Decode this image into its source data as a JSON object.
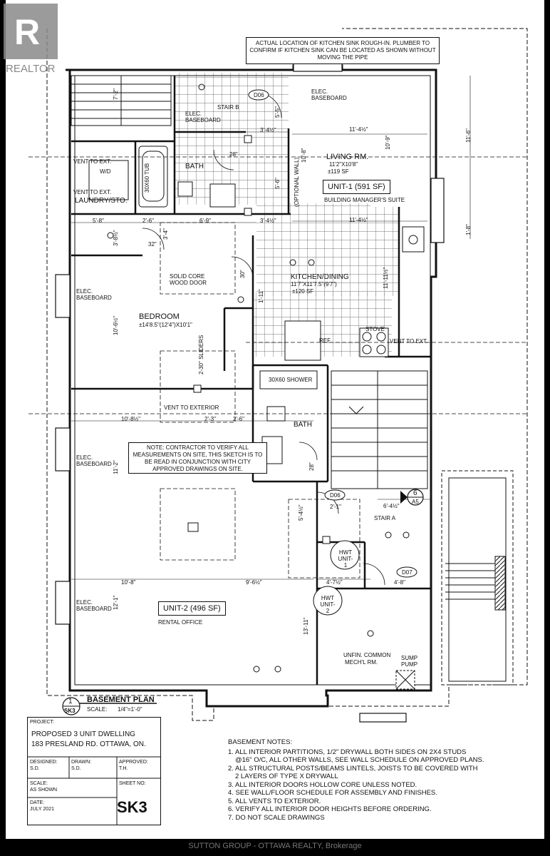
{
  "watermark": {
    "brand": "REALTOR",
    "footer": "SUTTON GROUP - OTTAWA REALTY, Brokerage"
  },
  "top_note": "ACTUAL LOCATION OF KITCHEN SINK ROUGH-IN. PLUMBER TO CONFIRM IF KITCHEN SINK CAN BE LOCATED AS SHOWN WITHOUT MOVING THE PIPE",
  "contractor_note": "NOTE: CONTRACTOR TO VERIFY ALL MEASUREMENTS ON SITE, THIS SKETCH IS TO BE READ IN CONJUNCTION WITH CITY APPROVED DRAWINGS ON SITE.",
  "rooms": {
    "living": {
      "name": "LIVING RM.",
      "dims": "11'2\"X10'8\"",
      "area": "±119 SF"
    },
    "unit1": {
      "label": "UNIT-1 (591 SF)",
      "sub": "BUILDING MANAGER'S SUITE"
    },
    "kitchen": {
      "name": "KITCHEN/DINING",
      "dims": "11'7\"X11'7.5\"(9'7\")",
      "area": "±120 SF"
    },
    "bedroom": {
      "name": "BEDROOM",
      "dims": "±14'8.5\"(12'4\")X10'1\""
    },
    "unit2": {
      "label": "UNIT-2 (496 SF)",
      "sub": "RENTAL OFFICE"
    },
    "mech": {
      "name1": "UNFIN. COMMON",
      "name2": "MECH'L RM."
    },
    "bath1": "BATH",
    "bath2": "BATH",
    "laundry": "LAUNDRY/STO.",
    "stair_b": "STAIR B",
    "stair_a": "STAIR A",
    "shower": "30X60 SHOWER",
    "tub": "30X60 TUB",
    "ref": "REF",
    "stove": "STOVE",
    "wd": "W/D",
    "hwt1": "HWT UNIT-1",
    "hwt2": "HWT UNIT-2",
    "sump": "SUMP PUMP",
    "optional_wall": "(OPTIONAL WALL)",
    "sliders": "2-30\" SLIDERS",
    "solid_door": "SOLID CORE WOOD DOOR"
  },
  "labels": {
    "elec": "ELEC. BASEBOARD",
    "vent_ext": "VENT TO EXT.",
    "vent_exterior": "VENT TO EXTERIOR",
    "vent_stove": "VENT TO EXT.",
    "d06a": "D06",
    "d06b": "D06",
    "d07": "D07",
    "sec_num": "6",
    "sec_ref": "A5"
  },
  "dims": {
    "d1": "11'-4½\"",
    "d2": "11'-6\"",
    "d3": "10'-8\"",
    "d4": "10'-9\"",
    "d5": "5'-8\"",
    "d6": "2'-6\"",
    "d7": "6'-9\"",
    "d8": "3'-4½\"",
    "d9": "11'-4½\"",
    "d10": "1'-8\"",
    "d11": "3'-4\"",
    "d12": "32\"",
    "d13": "30\"",
    "d14": "10'-6½\"",
    "d15": "10'-8½\"",
    "d16": "2'-3\"",
    "d17": "2'-6\"",
    "d18": "11'-2\"",
    "d19": "10'-8\"",
    "d20": "9'-6½\"",
    "d21": "4'-7½\"",
    "d22": "4'-8\"",
    "d23": "12'-1\"",
    "d24": "13'-11\"",
    "d25": "6'-4½\"",
    "d26": "5'-4½\"",
    "d27": "28\"",
    "d28": "1'-11\"",
    "d29": "11'-11½\"",
    "d30": "3'-8½\"",
    "d31": "2'-1\"",
    "d32": "5'-5\"",
    "d33": "5'-6\"",
    "d34": "3'-4½\"",
    "d35": "28\"",
    "d36": "7'-2\""
  },
  "plan_title": {
    "num": "1",
    "sheet": "SK3",
    "title": "BASEMENT PLAN",
    "scale_label": "SCALE:",
    "scale": "1/4\"=1'-0\""
  },
  "title_block": {
    "project_label": "PROJECT:",
    "project1": "PROPOSED 3 UNIT DWELLING",
    "project2": "183 PRESLAND RD. OTTAWA, ON.",
    "designed_label": "DESIGNED:",
    "designed": "S.D.",
    "drawn_label": "DRAWN:",
    "drawn": "S.D.",
    "approved_label": "APPROVED:",
    "approved": "T.H.",
    "scale_label": "SCALE:",
    "scale": "AS SHOWN",
    "sheet_label": "SHEET NO:",
    "sheet": "SK3",
    "date_label": "DATE:",
    "date": "JULY 2021"
  },
  "notes": {
    "heading": "BASEMENT NOTES:",
    "items": [
      "1. ALL INTERIOR PARTITIONS, 1/2\" DRYWALL BOTH SIDES ON 2X4 STUDS",
      "   @16\" O/C, ALL OTHER WALLS, SEE WALL SCHEDULE ON APPROVED PLANS.",
      "2. ALL STRUCTURAL POSTS/BEAMS LINTELS, JOISTS TO BE COVERED WITH",
      "   2 LAYERS OF TYPE X DRYWALL",
      "3. ALL INTERIOR DOORS HOLLOW CORE UNLESS NOTED.",
      "4. SEE WALL/FLOOR SCHEDULE FOR ASSEMBLY AND FINISHES.",
      "5. ALL VENTS TO EXTERIOR.",
      "6. VERIFY ALL INTERIOR DOOR HEIGHTS BEFORE ORDERING.",
      "7. DO NOT SCALE DRAWINGS"
    ]
  }
}
